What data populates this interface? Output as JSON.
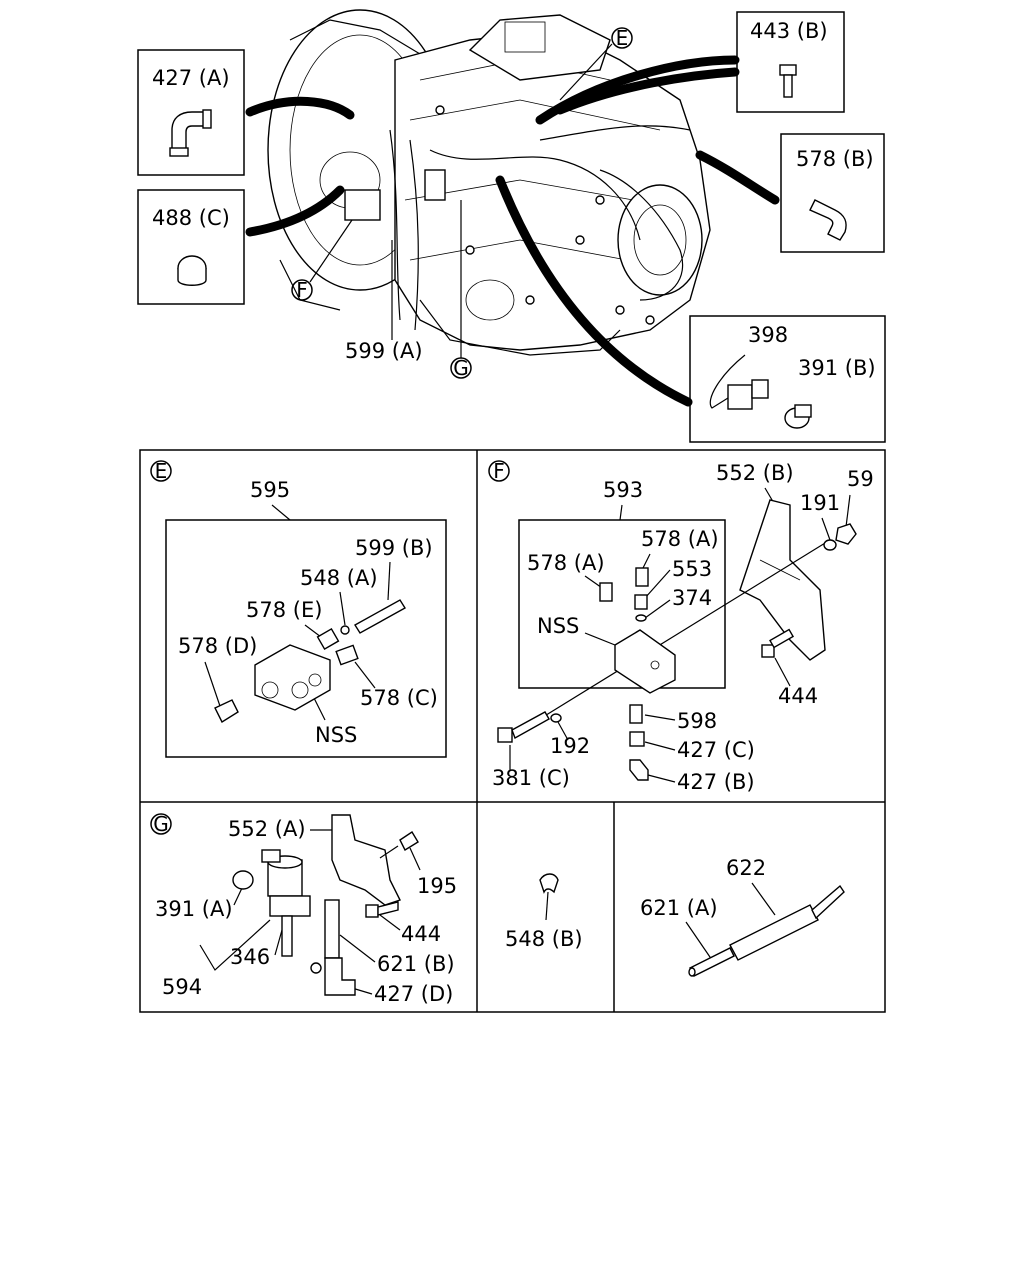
{
  "callouts": {
    "overview": {
      "p427a": "427 (A)",
      "p488c": "488 (C)",
      "p443b": "443 (B)",
      "p578b": "578 (B)",
      "p398": "398",
      "p391b": "391 (B)",
      "p599a": "599 (A)",
      "letterE": "E",
      "letterF": "F",
      "letterG": "G"
    },
    "detailE": {
      "section": "E",
      "p595": "595",
      "p599b": "599 (B)",
      "p548a": "548 (A)",
      "p578e": "578 (E)",
      "p578d": "578 (D)",
      "p578c": "578 (C)",
      "nss": "NSS"
    },
    "detailF": {
      "section": "F",
      "p593": "593",
      "p552b": "552 (B)",
      "p59": "59",
      "p191": "191",
      "p578a_1": "578 (A)",
      "p578a_2": "578 (A)",
      "p553": "553",
      "p374": "374",
      "nss": "NSS",
      "p444": "444",
      "p598": "598",
      "p192": "192",
      "p427c": "427 (C)",
      "p381c": "381 (C)",
      "p427b": "427 (B)"
    },
    "detailG": {
      "section": "G",
      "p552a": "552 (A)",
      "p195": "195",
      "p391a": "391 (A)",
      "p444": "444",
      "p346": "346",
      "p621b": "621 (B)",
      "p594": "594",
      "p427d": "427 (D)"
    },
    "detail548": {
      "p548b": "548 (B)"
    },
    "detail622": {
      "p622": "622",
      "p621a": "621 (A)"
    }
  }
}
